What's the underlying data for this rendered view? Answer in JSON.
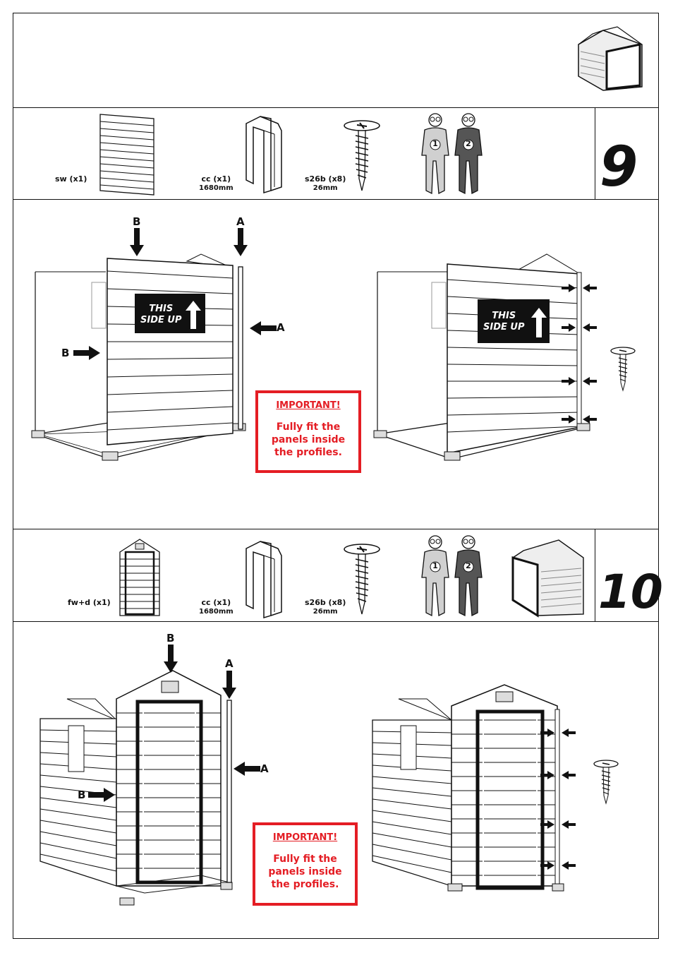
{
  "steps": [
    {
      "number": "9",
      "parts": [
        {
          "label": "sw (x1)",
          "sub": ""
        },
        {
          "label": "cc (x1)",
          "sub": "1680mm"
        },
        {
          "label": "s26b (x8)",
          "sub": "26mm"
        }
      ],
      "workers": [
        "1",
        "2"
      ],
      "sign_line1": "THIS",
      "sign_line2": "SIDE UP",
      "callouts": {
        "a": "A",
        "b": "B"
      },
      "important_title": "IMPORTANT!",
      "important_body_1": "Fully fit the",
      "important_body_2": "panels inside",
      "important_body_3": "the profiles."
    },
    {
      "number": "10",
      "parts": [
        {
          "label": "fw+d (x1)",
          "sub": ""
        },
        {
          "label": "cc (x1)",
          "sub": "1680mm"
        },
        {
          "label": "s26b (x8)",
          "sub": "26mm"
        }
      ],
      "workers": [
        "1",
        "2"
      ],
      "callouts": {
        "a": "A",
        "b": "B"
      },
      "important_title": "IMPORTANT!",
      "important_body_1": "Fully fit the",
      "important_body_2": "panels inside",
      "important_body_3": "the profiles."
    }
  ],
  "colors": {
    "accent_red": "#e41d24",
    "ink": "#111111",
    "worker_light": "#d0d0d0",
    "worker_dark": "#555555"
  }
}
